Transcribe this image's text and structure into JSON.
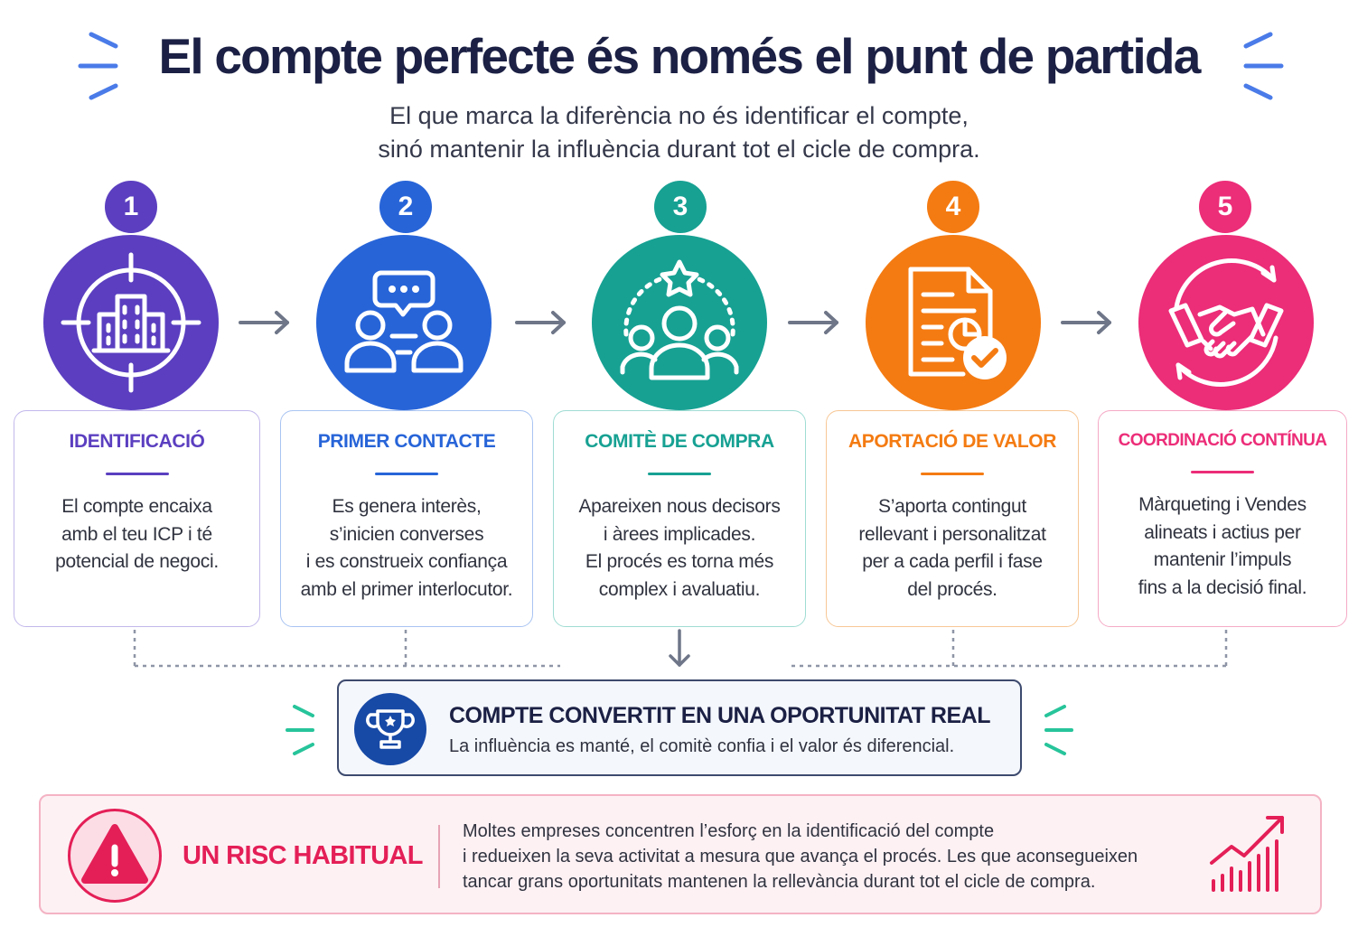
{
  "header": {
    "title": "El compte perfecte és només el punt de partida",
    "subtitle_line1": "El que marca la diferència no és identificar el compte,",
    "subtitle_line2": "sinó mantenir la influència durant tot el cicle de compra."
  },
  "steps": [
    {
      "number": "1",
      "title": "IDENTIFICACIÓ",
      "color": "#5b3fc0",
      "icon": "building-target-icon",
      "desc": [
        "El compte encaixa",
        "amb el teu ICP i té",
        "potencial de negoci."
      ]
    },
    {
      "number": "2",
      "title": "PRIMER CONTACTE",
      "color": "#2764d8",
      "icon": "conversation-icon",
      "desc": [
        "Es genera interès,",
        "s’inicien converses",
        "i es construeix confiança",
        "amb el primer interlocutor."
      ]
    },
    {
      "number": "3",
      "title": "COMITÈ DE COMPRA",
      "color": "#17a193",
      "icon": "committee-icon",
      "desc": [
        "Apareixen nous decisors",
        "i àrees implicades.",
        "El procés es torna més",
        "complex i avaluatiu."
      ]
    },
    {
      "number": "4",
      "title": "APORTACIÓ DE VALOR",
      "color": "#f47b12",
      "icon": "document-check-icon",
      "desc": [
        "S’aporta contingut",
        "rellevant i personalitzat",
        "per a cada perfil i fase",
        "del procés."
      ]
    },
    {
      "number": "5",
      "title": "COORDINACIÓ CONTÍNUA",
      "color": "#ec2d78",
      "icon": "handshake-cycle-icon",
      "desc": [
        "Màrqueting i Vendes",
        "alineats i actius per",
        "mantenir l’impuls",
        "fins a la decisió final."
      ]
    }
  ],
  "result": {
    "title": "COMPTE CONVERTIT EN UNA OPORTUNITAT REAL",
    "desc": "La influència es manté, el comitè confia i el valor és diferencial.",
    "icon": "trophy-icon"
  },
  "risk": {
    "title": "UN RISC HABITUAL",
    "text": [
      "Moltes empreses concentren l’esforç en la identificació del compte",
      "i redueixen la seva activitat a mesura que avança el procés. Les que aconsegueixen",
      "tancar grans oportunitats mantenen la rellevància durant tot el cicle de compra."
    ],
    "icon": "warning-icon",
    "chart_icon": "growth-chart-icon"
  },
  "colors": {
    "title": "#1b2044",
    "accent_blue": "#1749a6",
    "risk": "#e41f57"
  }
}
